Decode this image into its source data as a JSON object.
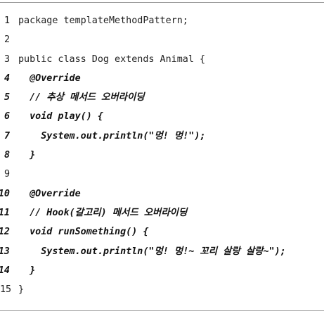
{
  "code": {
    "lines": [
      {
        "number": "1",
        "text": "package templateMethodPattern;",
        "bold": false
      },
      {
        "number": "2",
        "text": "",
        "bold": false
      },
      {
        "number": "3",
        "text": "public class Dog extends Animal {",
        "bold": false
      },
      {
        "number": "4",
        "text": "  @Override",
        "bold": true
      },
      {
        "number": "5",
        "text": "  // 추상 메서드 오버라이딩",
        "bold": true
      },
      {
        "number": "6",
        "text": "  void play() {",
        "bold": true
      },
      {
        "number": "7",
        "text": "    System.out.println(\"멍! 멍!\");",
        "bold": true
      },
      {
        "number": "8",
        "text": "  }",
        "bold": true
      },
      {
        "number": "9",
        "text": "",
        "bold": false
      },
      {
        "number": "10",
        "text": "  @Override",
        "bold": true
      },
      {
        "number": "11",
        "text": "  // Hook(갈고리) 메서드 오버라이딩",
        "bold": true
      },
      {
        "number": "12",
        "text": "  void runSomething() {",
        "bold": true
      },
      {
        "number": "13",
        "text": "    System.out.println(\"멍! 멍!~ 꼬리 살랑 살랑~\");",
        "bold": true
      },
      {
        "number": "14",
        "text": "  }",
        "bold": true
      },
      {
        "number": "15",
        "text": "}",
        "bold": false
      }
    ]
  }
}
